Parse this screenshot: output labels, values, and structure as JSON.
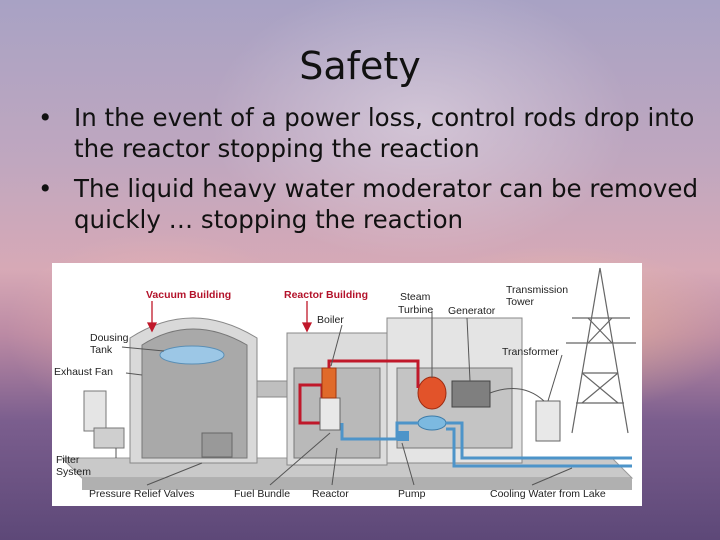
{
  "slide": {
    "title": "Safety",
    "bullet_glyph": "•",
    "bullets": [
      "In the event of a power loss, control rods drop into the reactor stopping the reaction",
      "The liquid heavy water moderator can be removed quickly … stopping the reaction"
    ]
  },
  "diagram": {
    "labels": {
      "vacuum_building": "Vacuum Building",
      "reactor_building": "Reactor Building",
      "steam_turbine_1": "Steam",
      "steam_turbine_2": "Turbine",
      "generator": "Generator",
      "transmission_tower_1": "Transmission",
      "transmission_tower_2": "Tower",
      "boiler": "Boiler",
      "dousing_tank_1": "Dousing",
      "dousing_tank_2": "Tank",
      "exhaust_fan": "Exhaust Fan",
      "transformer": "Transformer",
      "filter_system_1": "Filter",
      "filter_system_2": "System",
      "pressure_relief_valves": "Pressure Relief Valves",
      "fuel_bundle": "Fuel Bundle",
      "reactor": "Reactor",
      "pump": "Pump",
      "cooling_water": "Cooling Water from Lake"
    }
  }
}
